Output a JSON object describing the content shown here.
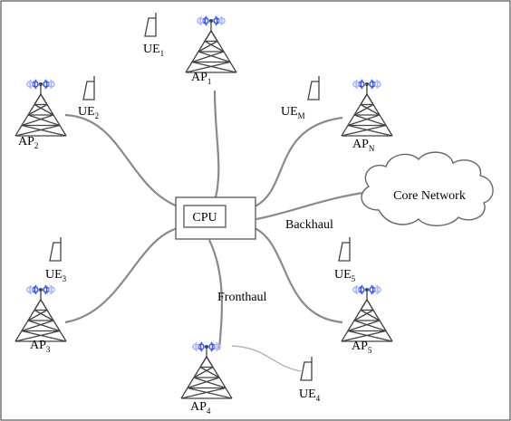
{
  "cpu": {
    "label": "CPU"
  },
  "core_network": {
    "label": "Core Network"
  },
  "links": {
    "backhaul": "Backhaul",
    "fronthaul": "Fronthaul"
  },
  "access_points": [
    {
      "name": "AP",
      "sub": "1"
    },
    {
      "name": "AP",
      "sub": "2"
    },
    {
      "name": "AP",
      "sub": "N"
    },
    {
      "name": "AP",
      "sub": "3"
    },
    {
      "name": "AP",
      "sub": "5"
    },
    {
      "name": "AP",
      "sub": "4"
    }
  ],
  "user_equipment": [
    {
      "name": "UE",
      "sub": "1"
    },
    {
      "name": "UE",
      "sub": "2"
    },
    {
      "name": "UE",
      "sub": "M"
    },
    {
      "name": "UE",
      "sub": "3"
    },
    {
      "name": "UE",
      "sub": "5"
    },
    {
      "name": "UE",
      "sub": "4"
    }
  ],
  "colors": {
    "radio_wave": "#3d5bff",
    "link": "#8a8a8a",
    "border": "#333333"
  }
}
